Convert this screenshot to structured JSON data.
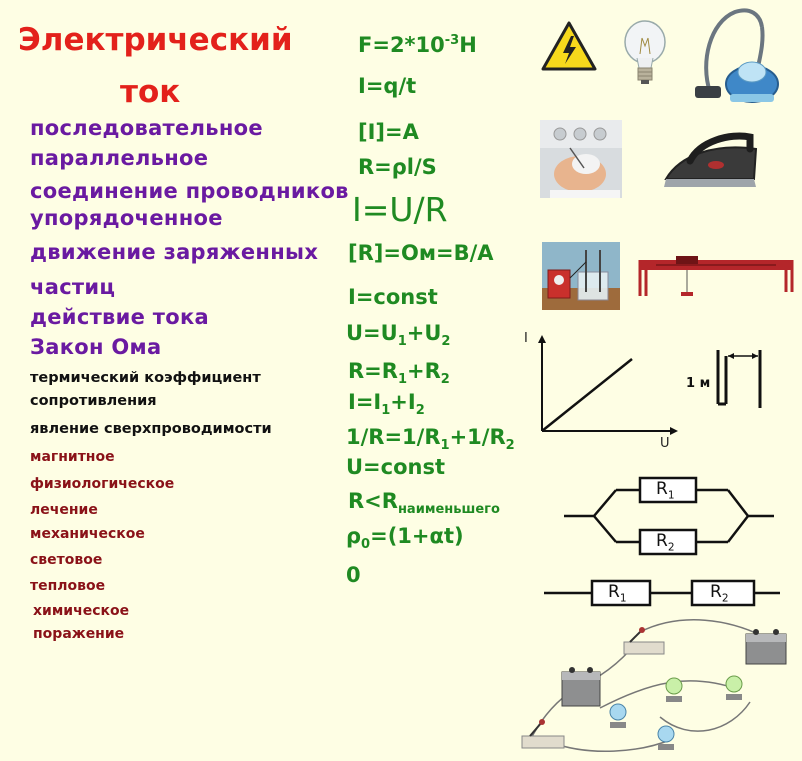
{
  "title": {
    "line1": "Электрический",
    "line2": "ток"
  },
  "terms_purple": [
    "последовательное",
    "параллельное",
    "соединение проводников",
    "упорядоченное",
    "движение заряженных",
    "частиц",
    "действие тока",
    "Закон Ома"
  ],
  "terms_black": [
    "термический коэффициент",
    "сопротивления",
    "явление сверхпроводимости"
  ],
  "terms_maroon": [
    "магнитное",
    "физиологическое",
    "лечение",
    "механическое",
    "световое",
    "тепловое",
    "химическое",
    "поражение"
  ],
  "formulas": {
    "f1_main": "F=2*10",
    "f1_sup": "-3",
    "f1_end": "Н",
    "f2": "I=q/t",
    "f3": "[I]=A",
    "f4": "R=ρl/S",
    "f5": "I=U/R",
    "f6": "[R]=Ом=В/А",
    "f7": "I=const",
    "f8_a": "U=U",
    "f8_s1": "1",
    "f8_b": "+U",
    "f8_s2": "2",
    "f9_a": "R=R",
    "f9_s1": "1",
    "f9_b": "+R",
    "f9_s2": "2",
    "f10_a": "I=I",
    "f10_s1": "1",
    "f10_b": "+I",
    "f10_s2": "2",
    "f11_a": "1/R=1/R",
    "f11_s1": "1",
    "f11_b": "+1/R",
    "f11_s2": "2",
    "f12": "U=const",
    "f13_a": "R<R",
    "f13_sub": "наименьшего",
    "f14_a": "ρ",
    "f14_s": "0",
    "f14_b": "=(1+αt)",
    "f15": "0"
  },
  "graph": {
    "y_label": "I",
    "x_label": "U"
  },
  "conductor": {
    "label": "1 м"
  },
  "circuit_parallel": {
    "r1": "R",
    "r1_sub": "1",
    "r2": "R",
    "r2_sub": "2"
  },
  "circuit_series": {
    "r1": "R",
    "r1_sub": "1",
    "r2": "R",
    "r2_sub": "2"
  },
  "icons": [
    "high-voltage-icon",
    "light-bulb-icon",
    "vacuum-cleaner-icon",
    "physiotherapy-photo",
    "iron-icon",
    "electrolysis-photo",
    "crane-icon",
    "circuit-drawing"
  ],
  "colors": {
    "title": "#e3211b",
    "purple": "#6a1aa1",
    "maroon": "#8a1218",
    "green": "#1f8a22",
    "background": "#fefee4"
  }
}
